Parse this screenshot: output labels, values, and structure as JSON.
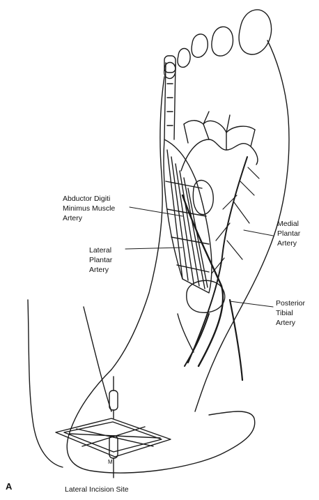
{
  "figure": {
    "panel_letter": "A",
    "labels": {
      "abductor": "Abductor Digiti\nMinimus Muscle\nArtery",
      "lateral_plantar": "Lateral\nPlantar\nArtery",
      "medial_plantar": "Medial\nPlantar\nArtery",
      "posterior_tibial": "Posterior\nTibial\nArtery",
      "incision": "Lateral Incision Site"
    }
  }
}
